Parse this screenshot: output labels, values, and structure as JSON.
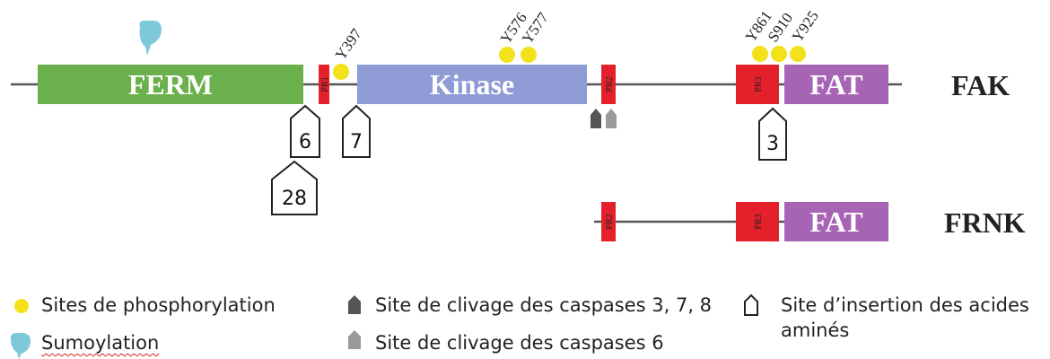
{
  "proteins": {
    "fak": {
      "name": "FAK",
      "domains": {
        "ferm": "FERM",
        "kinase": "Kinase",
        "fat": "FAT"
      },
      "pr_labels": {
        "pr1": "PR1",
        "pr2": "PR2",
        "pr3": "PR3"
      },
      "sites": {
        "y397": "Y397",
        "y576": "Y576",
        "y577": "Y577",
        "y861": "Y861",
        "s910": "S910",
        "y925": "Y925"
      },
      "insertions": {
        "ins6": "6",
        "ins28": "28",
        "ins7": "7",
        "ins3": "3"
      }
    },
    "frnk": {
      "name": "FRNK",
      "domains": {
        "fat": "FAT"
      },
      "pr_labels": {
        "pr2": "PR2",
        "pr3": "PR3"
      }
    }
  },
  "legend": {
    "phospho": "Sites de phosphorylation",
    "sumo": "Sumoylation",
    "casp378": "Site de clivage des caspases 3, 7, 8",
    "casp6": "Site de clivage des caspases 6",
    "insertion_line1": "Site d’insertion des acides",
    "insertion_line2": "aminés"
  },
  "colors": {
    "ferm": "#6ab04c",
    "kinase": "#8e9bd4",
    "fat": "#a864b4",
    "pr": "#e4202a",
    "phospho": "#f3e21a",
    "sumo": "#7ec8dc",
    "casp_dark": "#555555",
    "casp_light": "#9a9a9a",
    "backbone": "#555555"
  }
}
